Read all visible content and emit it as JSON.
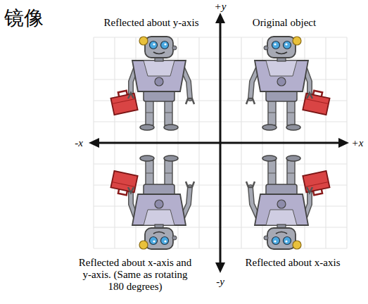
{
  "diagram": {
    "title": "镜像",
    "labels": [
      "+y",
      "Reflected about y-axis",
      "Original object",
      "-x",
      "+x",
      "Reflected about x-axis and y-axis. (Same as rotating 180 degrees)",
      "Reflected about x-axis",
      "-y"
    ]
  }
}
